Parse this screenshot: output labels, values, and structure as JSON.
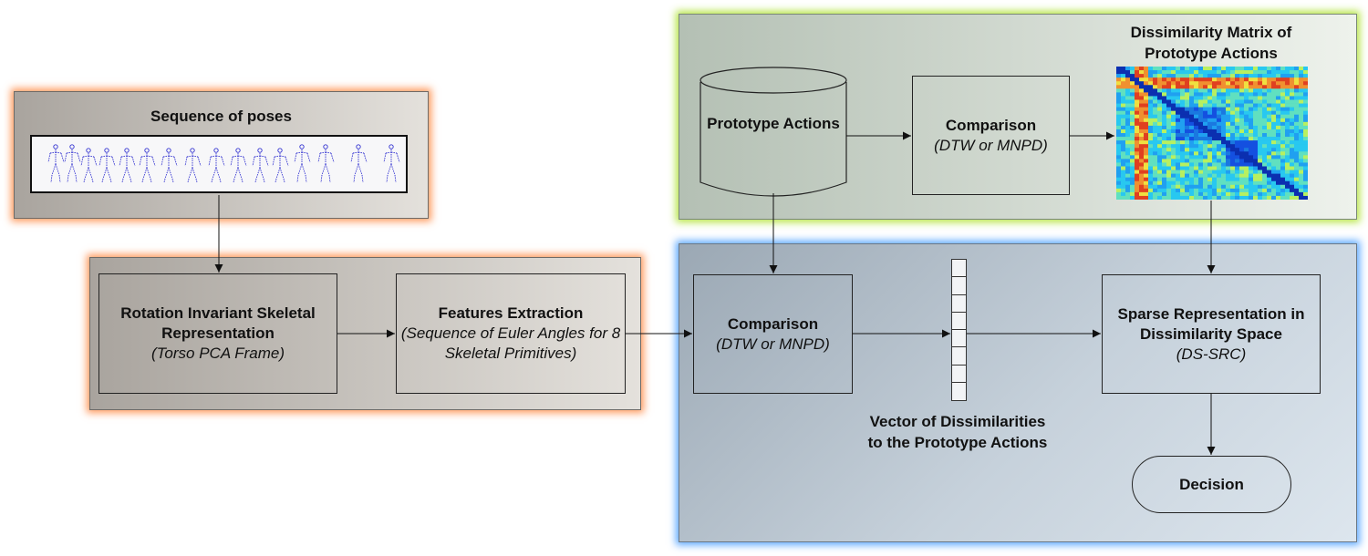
{
  "sequence": {
    "title": "Sequence of poses"
  },
  "rotation": {
    "title": "Rotation Invariant Skeletal Representation",
    "subtitle": "(Torso PCA Frame)"
  },
  "features": {
    "title": "Features Extraction",
    "subtitle": "(Sequence of Euler Angles for 8 Skeletal Primitives)"
  },
  "prototypes": {
    "title": "Prototype Actions"
  },
  "comparison_top": {
    "title": "Comparison",
    "subtitle": "(DTW or MNPD)"
  },
  "matrix": {
    "title": "Dissimilarity Matrix of Prototype Actions"
  },
  "comparison_bottom": {
    "title": "Comparison",
    "subtitle": "(DTW or MNPD)"
  },
  "vector": {
    "label": "Vector of Dissimilarities to the Prototype Actions",
    "cells": 8
  },
  "sparse": {
    "title": "Sparse Representation in Dissimilarity Space",
    "subtitle": "(DS-SRC)"
  },
  "decision": {
    "label": "Decision"
  },
  "colors": {
    "seq_glow": "#ff7828",
    "proto_glow": "#aae128",
    "class_glow": "#288cff",
    "skeleton": "#3030d0",
    "matrix_base": "#1a78e0"
  }
}
